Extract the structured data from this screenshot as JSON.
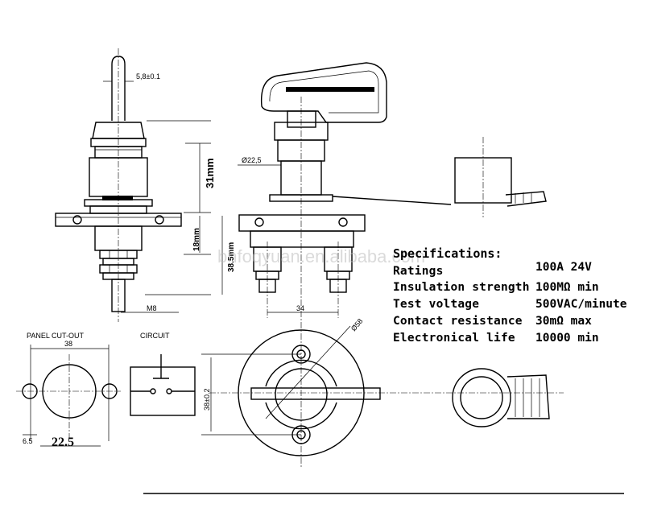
{
  "watermark": "bhfoqyuan.en.alibaba.com",
  "labels": {
    "panel_cutout": "PANEL CUT-OUT",
    "circuit": "CIRCUIT"
  },
  "dimensions": {
    "shaft_width": "5,8±0.1",
    "height_31": "31mm",
    "height_18": "18mm",
    "height_38_5": "38.5mm",
    "thread": "M8",
    "diameter_22_5": "Ø22,5",
    "terminal_spacing": "34",
    "cutout_width": "38",
    "hole_dia": "6.5",
    "center_dia": "22.5",
    "diameter_58": "Ø58",
    "hole_spacing": "38±0.2"
  },
  "specifications": {
    "title": "Specifications:",
    "rows": [
      {
        "label": "Ratings",
        "value": "100A 24V"
      },
      {
        "label": "Insulation strength",
        "value": "100MΩ min"
      },
      {
        "label": "Test voltage",
        "value": "500VAC/minute"
      },
      {
        "label": "Contact resistance",
        "value": "30mΩ max"
      },
      {
        "label": "Electronical life",
        "value": "10000 min"
      }
    ]
  }
}
